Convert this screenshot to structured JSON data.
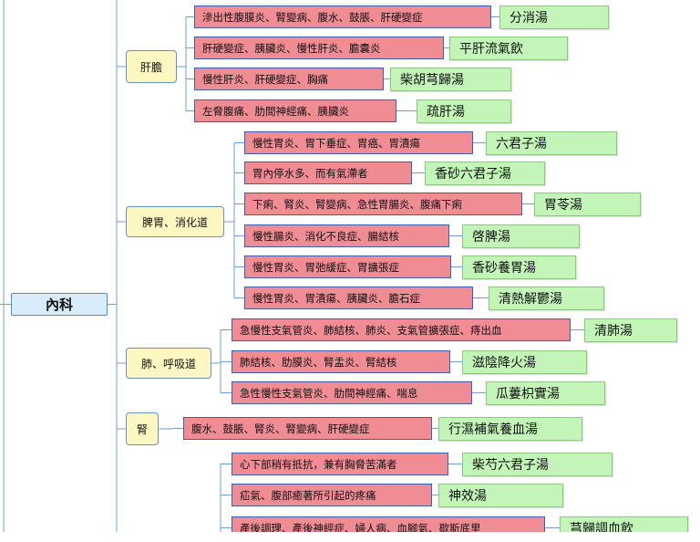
{
  "root": {
    "label": "內科"
  },
  "categories": [
    {
      "label": "肝膽",
      "items": [
        {
          "symptoms": "滲出性腹膜炎、腎變病、腹水、鼓脹、肝硬變症",
          "formula": "分消湯"
        },
        {
          "symptoms": "肝硬變症、胰臟炎、慢性肝炎、膽囊炎",
          "formula": "平肝流氣飲"
        },
        {
          "symptoms": "慢性肝炎、肝硬變症、胸痛",
          "formula": "柴胡芎歸湯"
        },
        {
          "symptoms": "左脅腹痛、肋間神經痛、胰臟炎",
          "formula": "疏肝湯"
        }
      ]
    },
    {
      "label": "脾胃、消化道",
      "items": [
        {
          "symptoms": "慢性胃炎、胃下垂症、胃癌、胃潰瘍",
          "formula": "六君子湯"
        },
        {
          "symptoms": "胃內停水多、而有氣滯者",
          "formula": "香砂六君子湯"
        },
        {
          "symptoms": "下痢、腎炎、腎變病、急性胃腸炎、腹痛下痢",
          "formula": "胃苓湯"
        },
        {
          "symptoms": "慢性腸炎、消化不良症、腸結核",
          "formula": "啓脾湯"
        },
        {
          "symptoms": "慢性胃炎、胃弛緩症、胃擴張症",
          "formula": "香砂養胃湯"
        },
        {
          "symptoms": "慢性胃炎、胃潰瘍、胰臟炎、膽石症",
          "formula": "清熱解鬱湯"
        }
      ]
    },
    {
      "label": "肺、呼吸道",
      "items": [
        {
          "symptoms": "急慢性支氣管炎、肺結核、肺炎、支氣管擴張症、痔出血",
          "formula": "清肺湯"
        },
        {
          "symptoms": "肺結核、肋膜炎、腎盂炎、腎結核",
          "formula": "滋陰降火湯"
        },
        {
          "symptoms": "急性慢性支氣管炎、肋間神經痛、喘息",
          "formula": "瓜蔞枳實湯"
        }
      ]
    },
    {
      "label": "腎",
      "items": [
        {
          "symptoms": "腹水、鼓脹、腎炎、腎變病、肝硬變症",
          "formula": "行濕補氣養血湯"
        }
      ]
    },
    {
      "label": "",
      "items": [
        {
          "symptoms": "心下部稍有抵抗，兼有胸脅苦滿者",
          "formula": "柴芍六君子湯"
        },
        {
          "symptoms": "疝氣、腹部癒著所引起的疼痛",
          "formula": "神效湯"
        },
        {
          "symptoms": "產後調理、產後神經症、婦人病、血腳氣、歇斯底里",
          "formula": "芎歸調血飲"
        }
      ]
    }
  ]
}
